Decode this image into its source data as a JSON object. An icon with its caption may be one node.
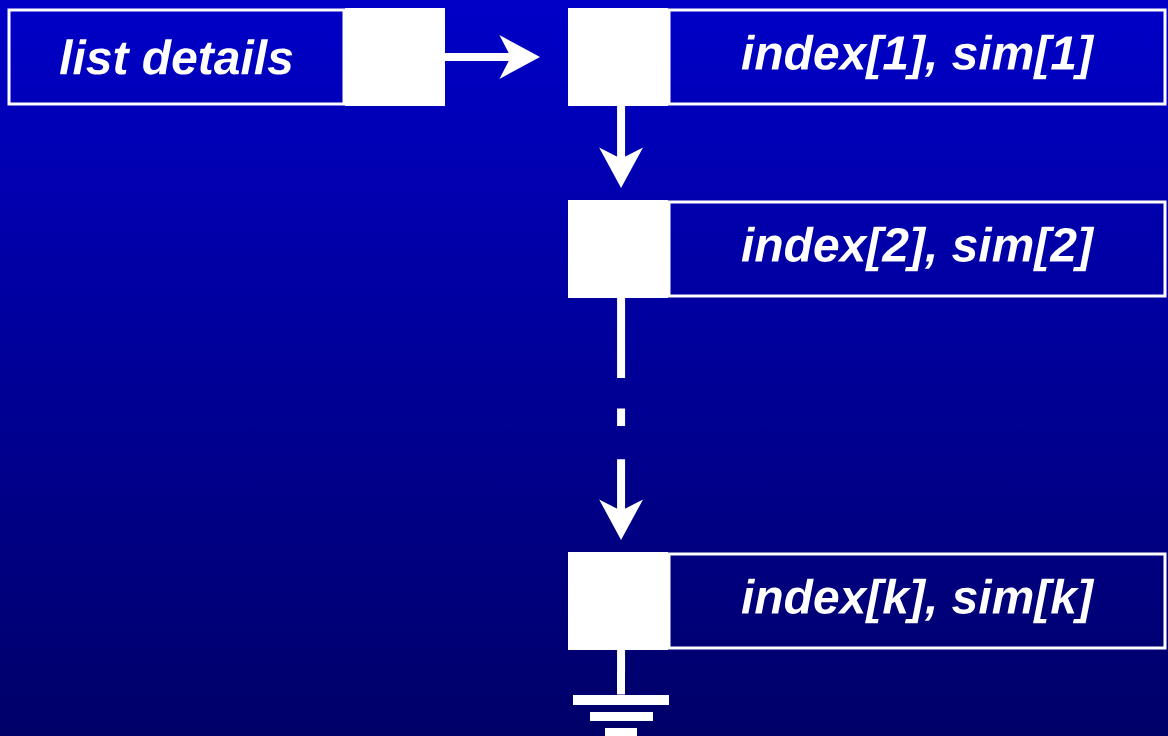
{
  "diagram": {
    "nodes": [
      {
        "text": [
          "list details"
        ]
      },
      {
        "text": [
          "index[1], sim[1]"
        ]
      },
      {
        "text": [
          "index[2], sim[2]"
        ]
      },
      {
        "text": [
          "index[k], sim[k]"
        ]
      },
      {
        "text": [],
        "shape": "ground"
      }
    ],
    "edges": [
      {
        "from": 0,
        "to": 1,
        "arrow": "to"
      },
      {
        "from": 1,
        "to": 2,
        "arrow": "to"
      },
      {
        "from": 2,
        "to": 3,
        "arrow": "to",
        "style": "dashed"
      },
      {
        "from": 3,
        "to": 4,
        "arrow": "none"
      }
    ]
  }
}
